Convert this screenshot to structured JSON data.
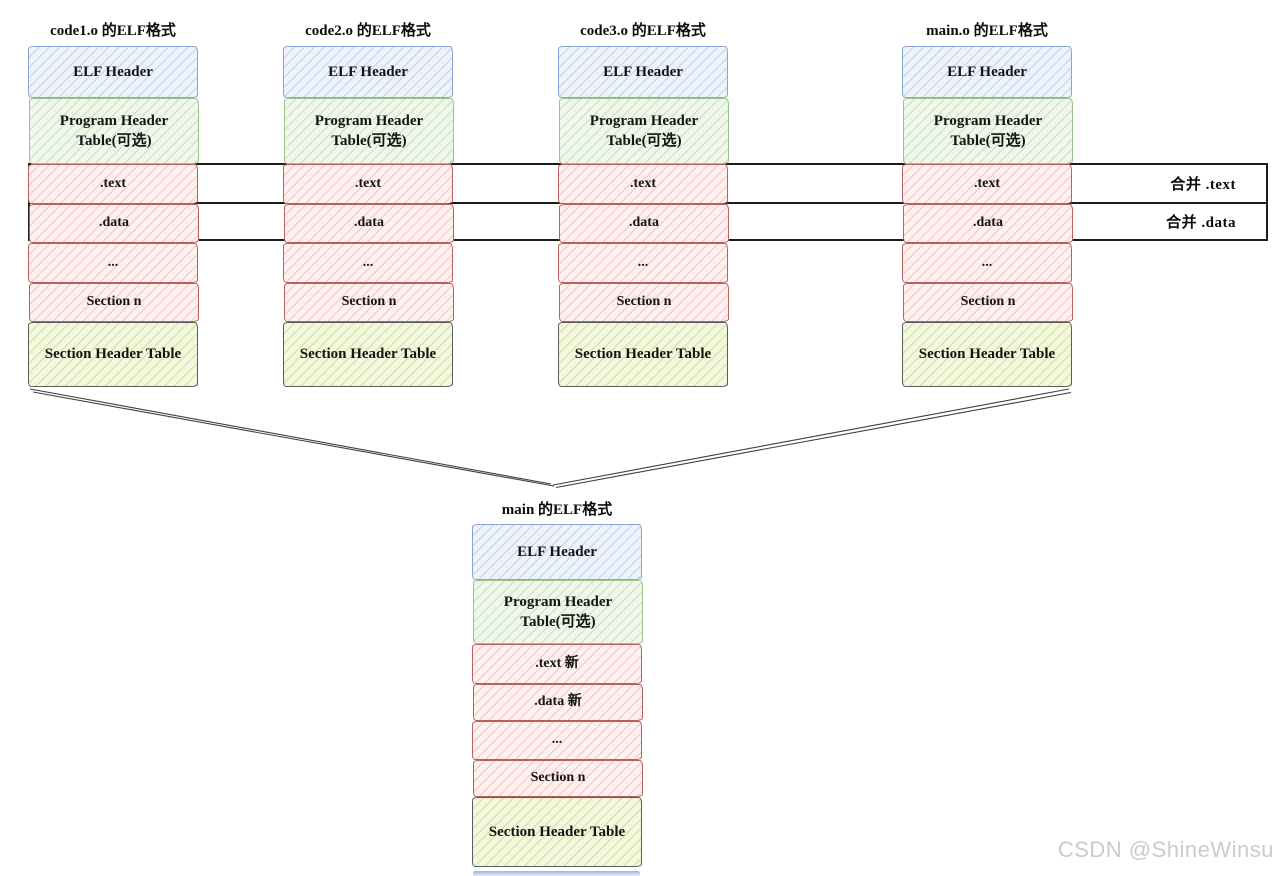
{
  "columns": [
    {
      "title": "code1.o 的ELF格式",
      "rows": [
        {
          "label": "ELF Header"
        },
        {
          "label": "Program Header Table(可选)"
        },
        {
          "label": ".text"
        },
        {
          "label": ".data"
        },
        {
          "label": "..."
        },
        {
          "label": "Section n"
        },
        {
          "label": "Section Header Table"
        }
      ]
    },
    {
      "title": "code2.o 的ELF格式",
      "rows": [
        {
          "label": "ELF Header"
        },
        {
          "label": "Program Header Table(可选)"
        },
        {
          "label": ".text"
        },
        {
          "label": ".data"
        },
        {
          "label": "..."
        },
        {
          "label": "Section n"
        },
        {
          "label": "Section Header Table"
        }
      ]
    },
    {
      "title": "code3.o 的ELF格式",
      "rows": [
        {
          "label": "ELF Header"
        },
        {
          "label": "Program Header Table(可选)"
        },
        {
          "label": ".text"
        },
        {
          "label": ".data"
        },
        {
          "label": "..."
        },
        {
          "label": "Section n"
        },
        {
          "label": "Section Header Table"
        }
      ]
    },
    {
      "title": "main.o 的ELF格式",
      "rows": [
        {
          "label": "ELF Header"
        },
        {
          "label": "Program Header Table(可选)"
        },
        {
          "label": ".text"
        },
        {
          "label": ".data"
        },
        {
          "label": "..."
        },
        {
          "label": "Section n"
        },
        {
          "label": "Section Header Table"
        }
      ]
    }
  ],
  "merged_column": {
    "title": "main 的ELF格式",
    "rows": [
      {
        "label": "ELF Header"
      },
      {
        "label": "Program Header Table(可选)"
      },
      {
        "label": ".text 新"
      },
      {
        "label": ".data 新"
      },
      {
        "label": "..."
      },
      {
        "label": "Section n"
      },
      {
        "label": "Section Header Table"
      }
    ]
  },
  "merge_bands": [
    {
      "label": "合并 .text"
    },
    {
      "label": "合并 .data"
    }
  ],
  "watermark": "CSDN @ShineWinsu",
  "colors": {
    "elf_header_border": "#8aa6ce",
    "program_header_border": "#9ac489",
    "section_border": "#b95f5c",
    "section_header_table_border": "#5c5c5c",
    "merge_band_border": "#1c1c1c",
    "converge_line": "#3f3f3f",
    "watermark_text": "#cbcbcb"
  }
}
